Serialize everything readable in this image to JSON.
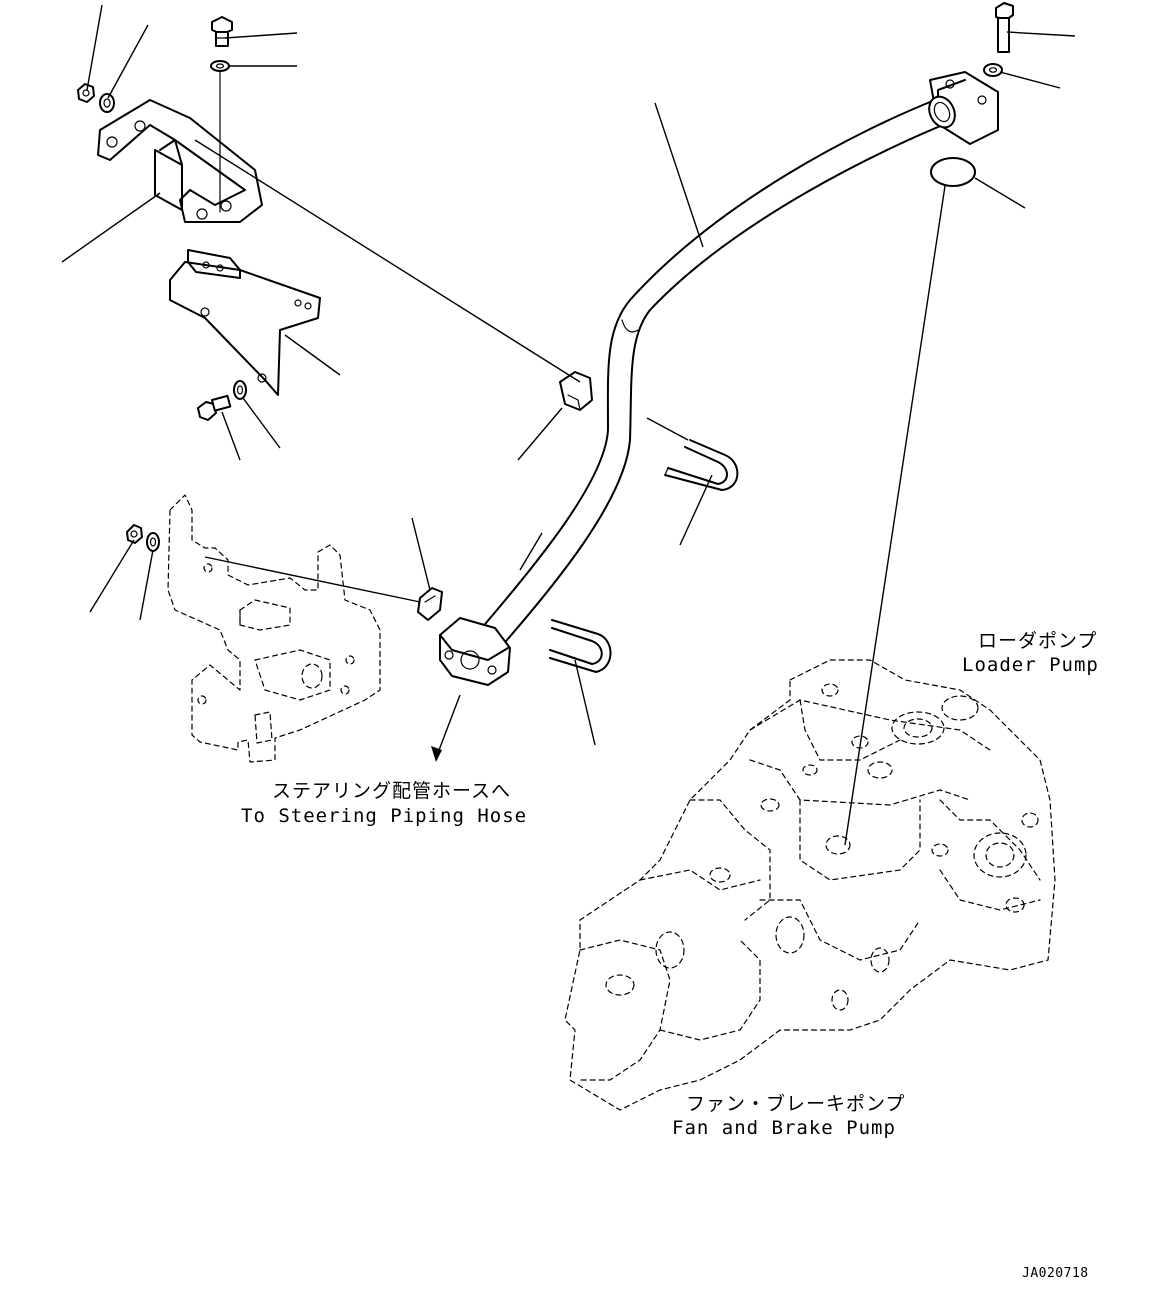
{
  "labels": {
    "loader_pump_jp": "ローダポンプ",
    "loader_pump_en": "Loader Pump",
    "steering_hose_jp": "ステアリング配管ホースへ",
    "steering_hose_en": "To Steering Piping Hose",
    "fan_brake_pump_jp": "ファン・ブレーキポンプ",
    "fan_brake_pump_en": "Fan and Brake Pump"
  },
  "drawing_number": "JA020718"
}
